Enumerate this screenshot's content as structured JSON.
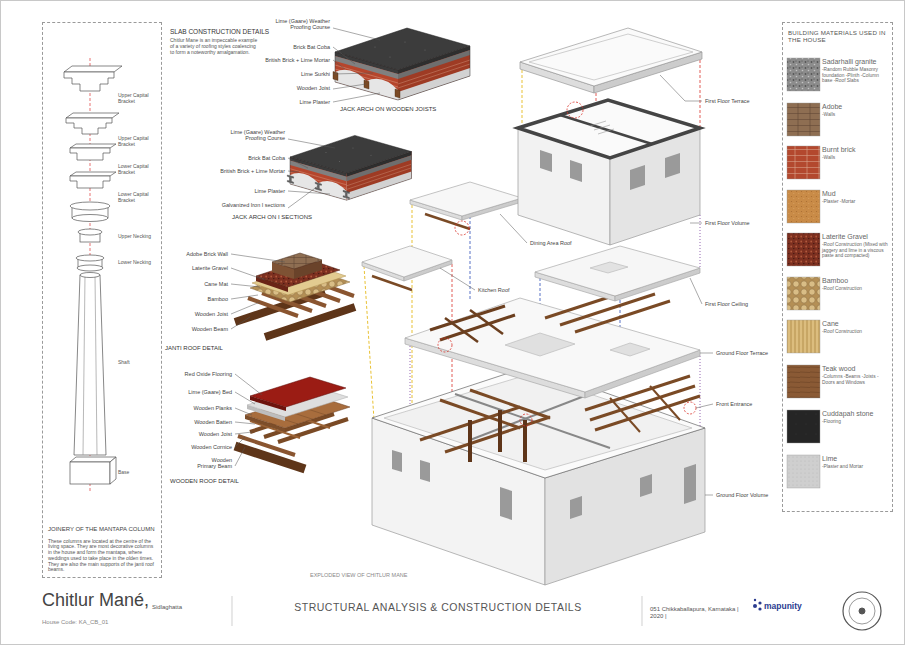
{
  "diagram": {
    "title": "STRUCTURAL ANALYSIS & CONSTRUCTION DETAILS",
    "nodes": [
      {
        "text": [
          "JOINERY OF THE MANTAPA COLUMN",
          "These columns are located at the centre of the living space. They are most decorative columns in the house and form the mantapa, where weddings used to take place in the olden times. They are also the main supports of the janti roof beams."
        ]
      },
      {
        "text": [
          "BUILDING MATERIALS USED IN THE HOUSE"
        ]
      },
      {
        "text": [
          "Sadarhalli granite",
          "-Random Rubble Masonry foundation -Plinth -Column base -Roof Slabs"
        ],
        "in": 1
      },
      {
        "text": [
          "Adobe",
          "-Walls"
        ],
        "in": 1
      },
      {
        "text": [
          "Burnt brick",
          "-Walls"
        ],
        "in": 1
      },
      {
        "text": [
          "Mud",
          "-Plaster -Mortar"
        ],
        "in": 1
      },
      {
        "text": [
          "Laterite Gravel",
          "-Roof Construction (Mixed with jaggery and lime in a viscous paste and compacted)"
        ],
        "in": 1
      },
      {
        "text": [
          "Bamboo",
          "-Roof Construction"
        ],
        "in": 1
      },
      {
        "text": [
          "Cane",
          "-Roof Construction"
        ],
        "in": 1
      },
      {
        "text": [
          "Teak wood",
          "-Columns -Beams -Joists -Doors and Windows"
        ],
        "in": 1
      },
      {
        "text": [
          "Cuddapah stone",
          "-Flooring"
        ],
        "in": 1
      },
      {
        "text": [
          "Lime",
          "-Plaster and Mortar"
        ],
        "in": 1
      }
    ],
    "labels": [
      "Upper Capital Bracket",
      "Upper Capital Bracket",
      "Lower Capital Bracket",
      "Lower Capital Bracket",
      "Upper Necking",
      "Lower Necking",
      "Shaft",
      "Base",
      "SLAB CONSTRUCTION DETAILS",
      "Chitlur Mane is an impeccable example of a variety of roofing styles coalescing to form a noteworthy amalgamation.",
      "Lime (Gaare) Weather Proofing Course",
      "Brick Bat Coba",
      "British Brick + Lime Mortar",
      "Lime Surkhi",
      "Wooden Joist",
      "Lime Plaster",
      "JACK ARCH ON WOODEN JOISTS",
      "Lime (Gaare) Weather Proofing Course",
      "Brick Bat Coba",
      "British Brick + Lime Mortar",
      "Lime Plaster",
      "Galvanized Iron I sections",
      "JACK ARCH ON I SECTIONS",
      "Adobe Brick Wall",
      "Laterite Gravel",
      "Cane Mat",
      "Bamboo",
      "Wooden Joist",
      "Wooden Beam",
      "JANTI ROOF DETAIL",
      "Red Oxide Flooring",
      "Lime (Gaare) Bed",
      "Wooden Planks",
      "Wooden Batten",
      "Wooden Joist",
      "Wooden Cornice",
      "Wooden Primary Beam",
      "WOODEN ROOF DETAIL",
      "First Floor Terrace",
      "First Floor Volume",
      "Dining Area Roof",
      "Kitchen Roof",
      "First Floor Ceiling",
      "Ground Floor Terrace",
      "Front Entrance",
      "Ground Floor Volume",
      "EXPLODED VIEW OF CHITLUR MANE",
      "Chitlur Mané,",
      "Sidlaghatta",
      "House Code: KA_CB_01",
      "051 Chikkaballapura, Karnataka | 2020 |",
      "mapunity"
    ]
  }
}
